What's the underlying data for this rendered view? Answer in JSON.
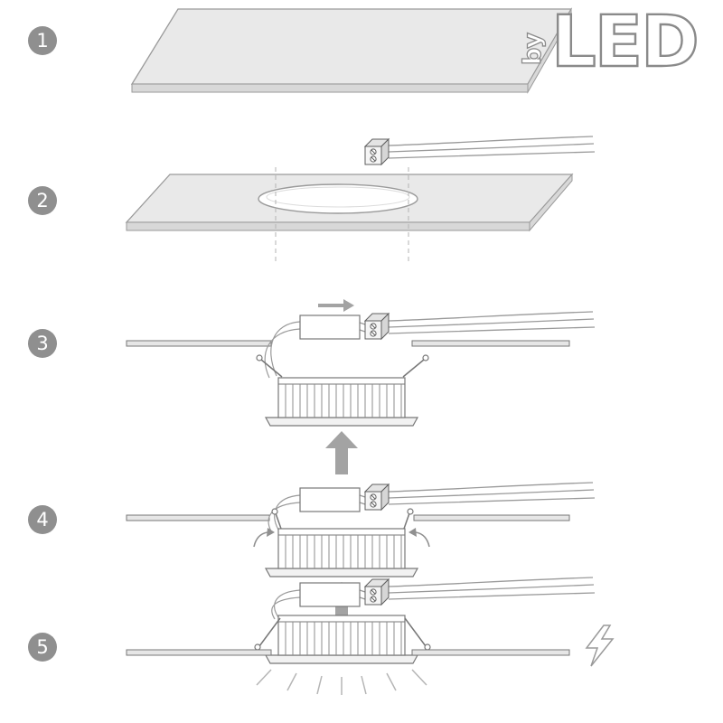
{
  "brand": {
    "prefix": "by",
    "name": "LED"
  },
  "steps": [
    {
      "number": "1"
    },
    {
      "number": "2"
    },
    {
      "number": "3"
    },
    {
      "number": "4"
    },
    {
      "number": "5"
    }
  ],
  "icon_names": [
    "arrow-right-icon",
    "arrow-up-icon",
    "rotate-arrow-icon",
    "lightning-bolt-icon",
    "light-rays"
  ],
  "colors": {
    "outline": "#777777",
    "dark_outline": "#5f5f5f",
    "panel_fill": "#e9e9e9",
    "panel_edge": "#d8d8d8",
    "ceiling_fill": "#e6e6e6",
    "badge": "#8f8f8f",
    "wire": "#9a9a9a",
    "arrow": "#a3a3a3",
    "dashed_guide": "#b3b3b3",
    "light_ray": "#b5b5b5",
    "background": "#ffffff"
  }
}
